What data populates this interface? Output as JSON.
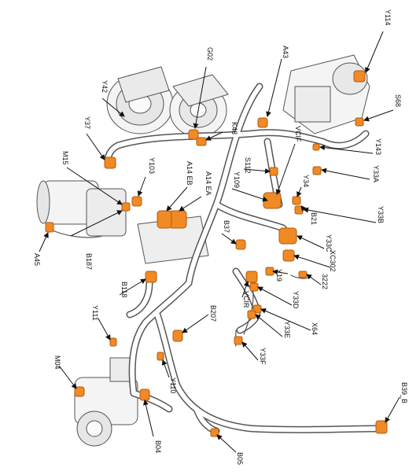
{
  "diagram": {
    "colors": {
      "harness": "#ffffff",
      "harness_outline": "#555555",
      "connector": "#f08a24",
      "connector_dark": "#b35a10",
      "leader": "#111111",
      "label": "#111111"
    },
    "labels": {
      "y114": "Y114",
      "a43": "A43",
      "g02": "G02",
      "y42": "Y42",
      "s68": "S68",
      "y37": "Y37",
      "k48": "K48",
      "y143": "Y143",
      "vcif": "VCIF",
      "m15": "M15",
      "y103": "Y103",
      "a14eb": "A14 EB",
      "s112": "S112",
      "y33a": "Y33A",
      "a14ea": "A14 EA",
      "y109": "Y109",
      "y34": "Y34",
      "y33b": "Y33B",
      "b21": "B21",
      "b37": "B37",
      "y33c": "Y33C",
      "a45": "A45",
      "b187": "B187",
      "xc302": "XC302",
      "y19": "Y19",
      "3222": "3222",
      "b118": "B118",
      "vcir": "VCIR",
      "y33d": "Y33D",
      "b207": "B207",
      "x64": "X64",
      "y111": "Y111",
      "y33e": "Y33E",
      "y33f": "Y33F",
      "m04": "M04",
      "y110": "Y110",
      "b39b": "B39_B",
      "b04": "B04",
      "b05": "B05"
    }
  }
}
